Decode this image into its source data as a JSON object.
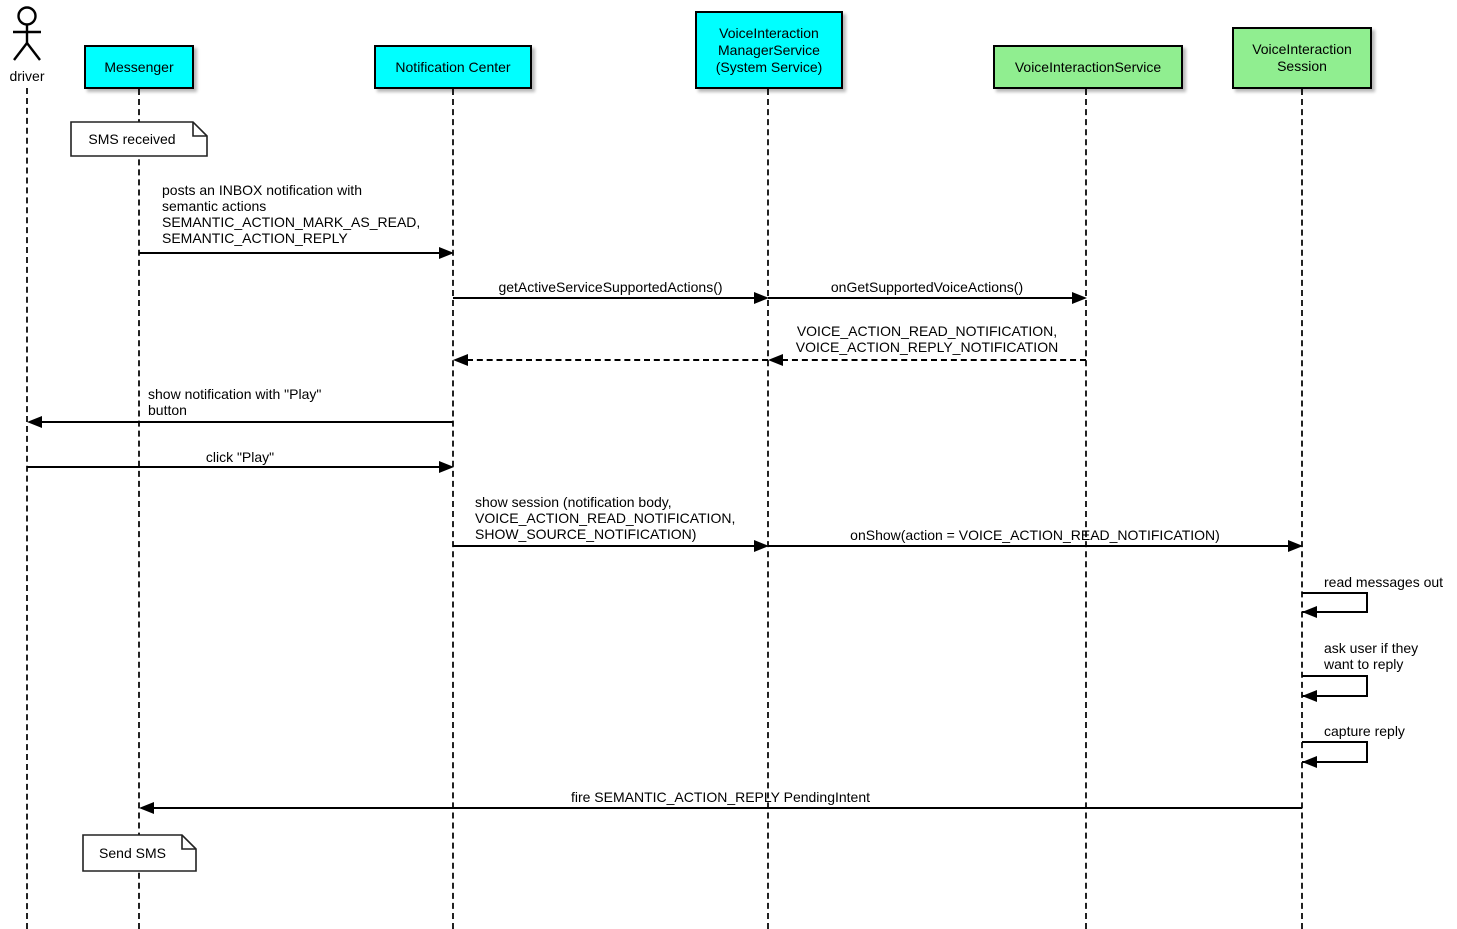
{
  "diagram": {
    "type": "uml-sequence",
    "actor": {
      "name": "driver"
    },
    "participants": [
      {
        "id": "messenger",
        "label": "Messenger",
        "color": "#00FFFF"
      },
      {
        "id": "notification-center",
        "label": "Notification Center",
        "color": "#00FFFF"
      },
      {
        "id": "voice-interaction-manager-service",
        "label": "VoiceInteraction\nManagerService\n(System Service)",
        "color": "#00FFFF"
      },
      {
        "id": "voice-interaction-service",
        "label": "VoiceInteractionService",
        "color": "#90EE90"
      },
      {
        "id": "voice-interaction-session",
        "label": "VoiceInteraction\nSession",
        "color": "#90EE90"
      }
    ],
    "notes": [
      {
        "at": "Messenger",
        "text": "SMS received"
      },
      {
        "at": "Messenger",
        "text": "Send SMS"
      }
    ],
    "messages": [
      {
        "from": "Messenger",
        "to": "Notification Center",
        "style": "solid",
        "label": "posts an INBOX notification with\nsemantic actions\nSEMANTIC_ACTION_MARK_AS_READ,\nSEMANTIC_ACTION_REPLY"
      },
      {
        "from": "Notification Center",
        "to": "VoiceInteraction ManagerService (System Service)",
        "style": "solid",
        "label": "getActiveServiceSupportedActions()"
      },
      {
        "from": "VoiceInteraction ManagerService (System Service)",
        "to": "VoiceInteractionService",
        "style": "solid",
        "label": "onGetSupportedVoiceActions()"
      },
      {
        "from": "VoiceInteractionService",
        "to": "VoiceInteraction ManagerService (System Service)",
        "style": "dashed",
        "label": "VOICE_ACTION_READ_NOTIFICATION,\nVOICE_ACTION_REPLY_NOTIFICATION"
      },
      {
        "from": "VoiceInteraction ManagerService (System Service)",
        "to": "Notification Center",
        "style": "dashed",
        "label": ""
      },
      {
        "from": "Notification Center",
        "to": "driver",
        "style": "solid",
        "label": "show notification with \"Play\"\nbutton"
      },
      {
        "from": "driver",
        "to": "Notification Center",
        "style": "solid",
        "label": "click \"Play\""
      },
      {
        "from": "Notification Center",
        "to": "VoiceInteraction ManagerService (System Service)",
        "style": "solid",
        "label": "show session (notification body,\nVOICE_ACTION_READ_NOTIFICATION,\nSHOW_SOURCE_NOTIFICATION)"
      },
      {
        "from": "VoiceInteraction ManagerService (System Service)",
        "to": "VoiceInteraction Session",
        "style": "solid",
        "label": "onShow(action = VOICE_ACTION_READ_NOTIFICATION)"
      },
      {
        "from": "VoiceInteraction Session",
        "to": "VoiceInteraction Session",
        "style": "self",
        "label": "read messages out"
      },
      {
        "from": "VoiceInteraction Session",
        "to": "VoiceInteraction Session",
        "style": "self",
        "label": "ask user if they\nwant to reply"
      },
      {
        "from": "VoiceInteraction Session",
        "to": "VoiceInteraction Session",
        "style": "self",
        "label": "capture reply"
      },
      {
        "from": "VoiceInteraction Session",
        "to": "Messenger",
        "style": "solid",
        "label": "fire SEMANTIC_ACTION_REPLY PendingIntent"
      }
    ],
    "colors": {
      "system_component": "#00FFFF",
      "app_component": "#90EE90",
      "line": "#000000",
      "background": "#FFFFFF"
    }
  }
}
